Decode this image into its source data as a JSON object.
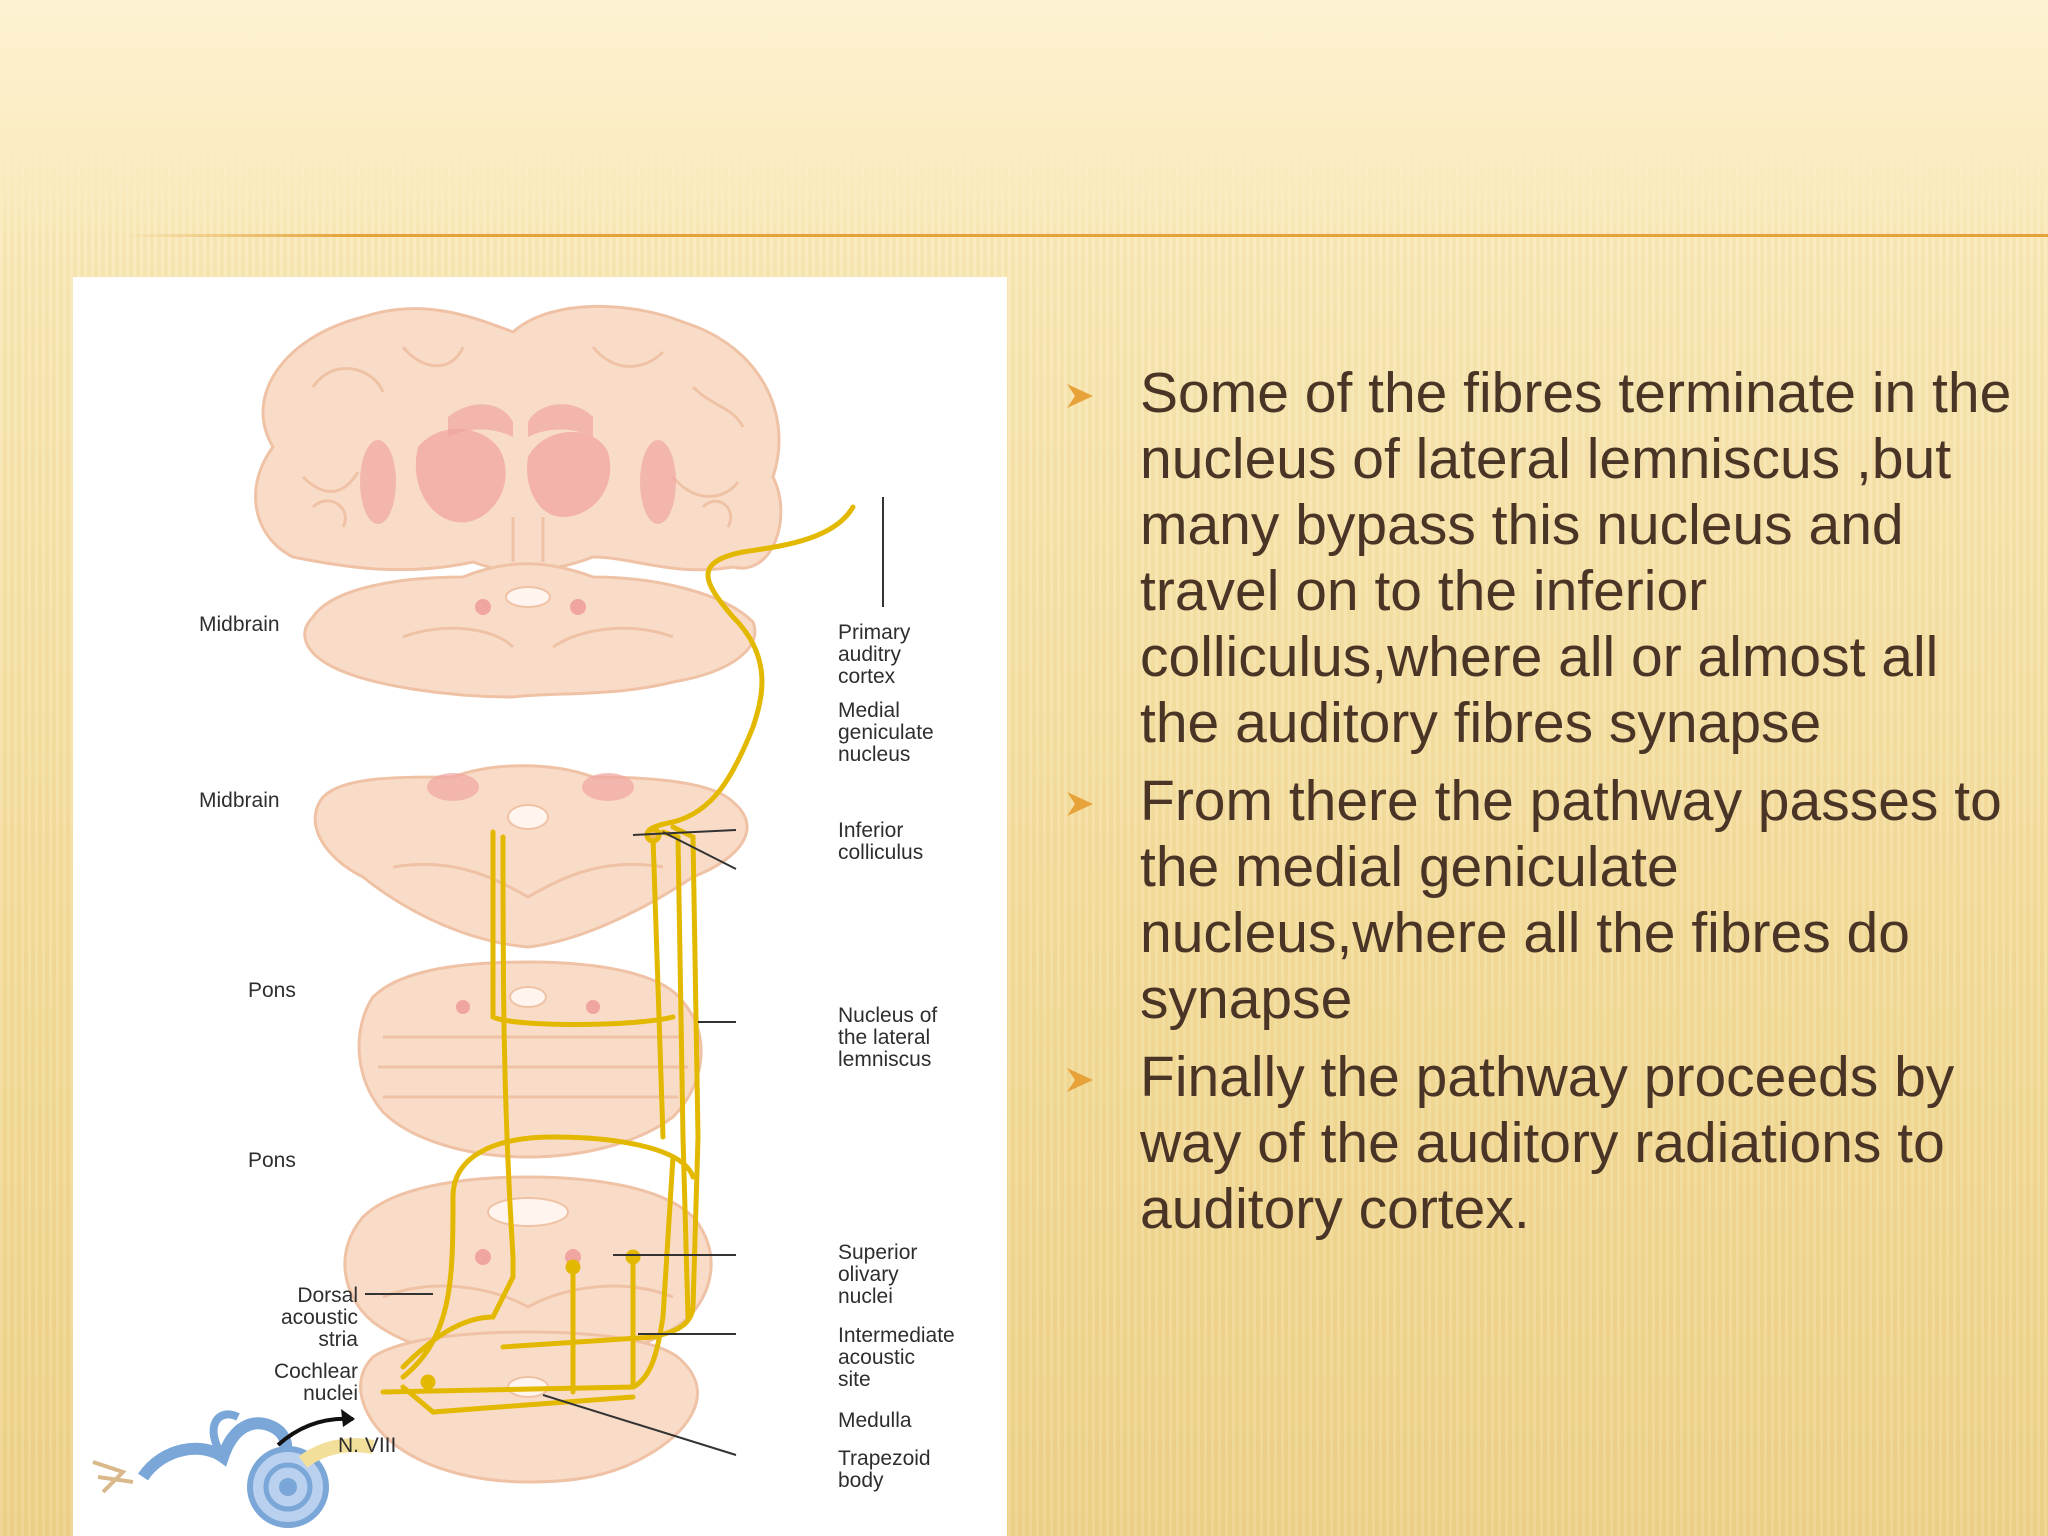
{
  "slide": {
    "bullets": [
      {
        "icon": "arrow-bullet-icon",
        "text": "Some of the fibres terminate in the nucleus of lateral lemniscus ,but many bypass this nucleus and travel on to the inferior colliculus,where all or almost all the auditory fibres synapse"
      },
      {
        "icon": "arrow-bullet-icon",
        "text": "From there the pathway passes to the medial geniculate  nucleus,where all the fibres do synapse"
      },
      {
        "icon": "arrow-bullet-icon",
        "text": "Finally the pathway proceeds by way of the auditory radiations to auditory cortex."
      }
    ]
  },
  "diagram": {
    "left_labels": {
      "midbrain_1": "Midbrain",
      "midbrain_2": "Midbrain",
      "pons_1": "Pons",
      "pons_2": "Pons",
      "dorsal_acoustic_stria": [
        "Dorsal",
        "acoustic",
        "stria"
      ],
      "cochlear_nuclei": [
        "Cochlear",
        "nuclei"
      ],
      "n_viii": "N. VIII"
    },
    "right_labels": {
      "primary_auditory_cortex": [
        "Primary",
        "auditry",
        "cortex"
      ],
      "medial_geniculate_nucleus": [
        "Medial",
        "geniculate",
        "nucleus"
      ],
      "inferior_colliculus": [
        "Inferior",
        "colliculus"
      ],
      "nucleus_lateral_lemniscus": [
        "Nucleus of",
        "the lateral",
        "lemniscus"
      ],
      "superior_olivary_nuclei": [
        "Superior",
        "olivary",
        "nuclei"
      ],
      "intermediate_acoustic_site": [
        "Intermediate",
        "acoustic",
        "site"
      ],
      "medulla": "Medulla",
      "trapezoid_body": [
        "Trapezoid",
        "body"
      ]
    },
    "colors": {
      "pathway": "#e3b800",
      "tissue": "#f9dcc8",
      "tissue_outline": "#efc2a6",
      "nuclei": "#f0a5a0",
      "label_line": "#333333"
    }
  }
}
